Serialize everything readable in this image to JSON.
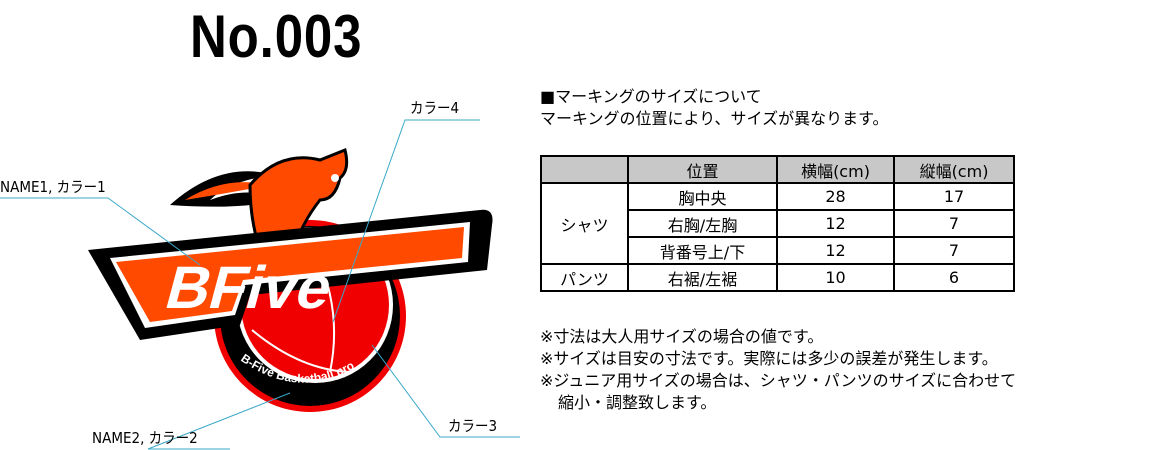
{
  "title": "No.003",
  "labels": {
    "name1": "NAME1, カラー1",
    "color4": "カラー4",
    "color3": "カラー3",
    "name2": "NAME2, カラー2"
  },
  "logo": {
    "main_text": "BFive",
    "ring_text": "B-Five Basketball pro"
  },
  "colors": {
    "leader": "#3aa8c8",
    "orange": "#ff4a00",
    "red": "#f00000",
    "header_bg": "#c8c8c8"
  },
  "intro": {
    "heading": "■マーキングのサイズについて",
    "line": "マーキングの位置により、サイズが異なります。"
  },
  "table": {
    "headers": [
      "",
      "位置",
      "横幅(cm)",
      "縦幅(cm)"
    ],
    "groups": [
      {
        "name": "シャツ",
        "rows": [
          {
            "position": "胸中央",
            "width": "28",
            "height": "17"
          },
          {
            "position": "右胸/左胸",
            "width": "12",
            "height": "7"
          },
          {
            "position": "背番号上/下",
            "width": "12",
            "height": "7"
          }
        ]
      },
      {
        "name": "パンツ",
        "rows": [
          {
            "position": "右裾/左裾",
            "width": "10",
            "height": "6"
          }
        ]
      }
    ]
  },
  "notes": [
    "※寸法は大人用サイズの場合の値です。",
    "※サイズは目安の寸法です。実際には多少の誤差が発生します。",
    "※ジュニア用サイズの場合は、シャツ・パンツのサイズに合わせて",
    "縮小・調整致します。"
  ]
}
